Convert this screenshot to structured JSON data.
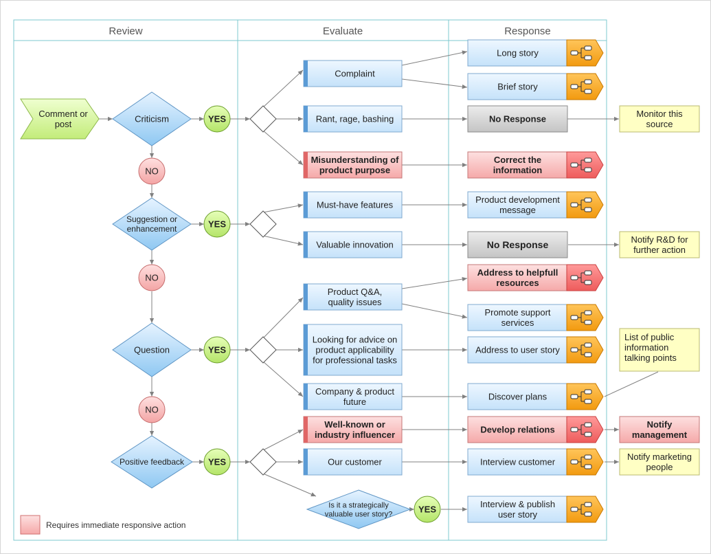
{
  "columns": [
    "Review",
    "Evaluate",
    "Response"
  ],
  "legend": {
    "label": "Requires immediate responsive action"
  },
  "review": {
    "start": "Comment or\npost",
    "decisions": [
      "Criticism",
      "Suggestion or\nenhancement",
      "Question",
      "Positive feedback"
    ],
    "yes": "YES",
    "no": "NO"
  },
  "evaluate": {
    "complaint": "Complaint",
    "rant": "Rant, rage, bashing",
    "misunderstanding": "Misunderstanding of\nproduct purpose",
    "must_have": "Must-have features",
    "valuable": "Valuable innovation",
    "qa": "Product Q&A,\nquality issues",
    "advice": "Looking for advice on\nproduct applicability\nfor professional tasks",
    "future": "Company & product\nfuture",
    "influencer": "Well-known or\nindustry influencer",
    "customer": "Our customer",
    "strategic": "Is it a strategically\nvaluable user story?"
  },
  "response": {
    "long_story": "Long story",
    "brief_story": "Brief story",
    "no_response": "No Response",
    "correct": "Correct the\ninformation",
    "product_dev": "Product development\nmessage",
    "address_resources": "Address to helpfull\nresources",
    "promote": "Promote support\nservices",
    "address_user": "Address to user story",
    "discover": "Discover plans",
    "develop": "Develop relations",
    "interview": "Interview customer",
    "interview_publish": "Interview & publish\nuser story"
  },
  "notes": {
    "monitor": "Monitor this\nsource",
    "notify_rd": "Notify R&D for\nfurther action",
    "public_info": "List of public\ninformation\ntalking points",
    "notify_mgmt": "Notify\nmanagement",
    "notify_marketing": "Notify marketing\npeople"
  },
  "colors": {
    "blue_fill": "#d9ecfb",
    "blue_stripe": "#5b9bd5",
    "red_fill": "#f8b9b9",
    "green_fill": "#c9f08a",
    "gray_fill": "#d4d4d4",
    "yellow_fill": "#ffffc4",
    "orange_tag": "#f7a21b",
    "red_tag": "#f26d6d",
    "lane_border": "#7ec8cf"
  }
}
